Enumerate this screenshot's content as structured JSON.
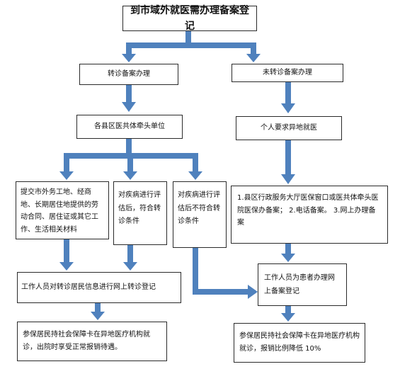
{
  "title": "到市域外就医需办理备案登记",
  "branches": {
    "transfer": "转诊备案办理",
    "no_transfer": "未转诊备案办理"
  },
  "transfer_path": {
    "lead_unit": "各县区医共体牵头单位",
    "option_materials": "提交市外务工地、经商地、长期居住地提供的劳动合同、居住证或其它工作、生活相关材料",
    "option_meets": "对疾病进行评估后，符合转诊条件",
    "option_not_meets": "对疾病进行评估后不符合转诊条件",
    "staff_register": "工作人员对转诊居民信息进行网上转诊登记",
    "result": "参保居民持社会保障卡在异地医疗机构就诊，出院时享受正常报销待遇。"
  },
  "no_transfer_path": {
    "personal_request": "个人要求异地就医",
    "methods": "1.县区行政服务大厅医保窗口或医共体牵头医院医保办备案；  2.电话备案。 3.网上办理备案",
    "staff_register": "工作人员为患者办理网上备案登记",
    "result": "参保居民持社会保障卡在异地医疗机构就诊，报销比例降低 10%"
  },
  "colors": {
    "arrow": "#4f81bd",
    "border": "#2a2a2a"
  }
}
